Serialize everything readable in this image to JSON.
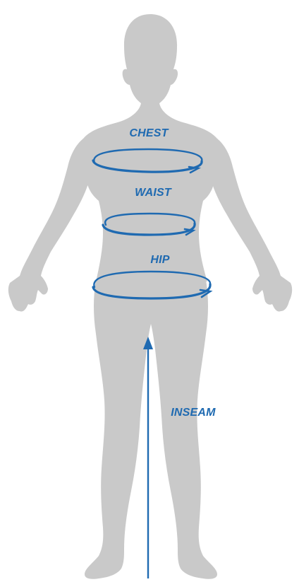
{
  "colors": {
    "background": "#ffffff",
    "silhouette": "#c9c9c9",
    "accent": "#1f6ab1"
  },
  "labels": {
    "chest": "CHEST",
    "waist": "WAIST",
    "hip": "HIP",
    "inseam": "INSEAM"
  }
}
